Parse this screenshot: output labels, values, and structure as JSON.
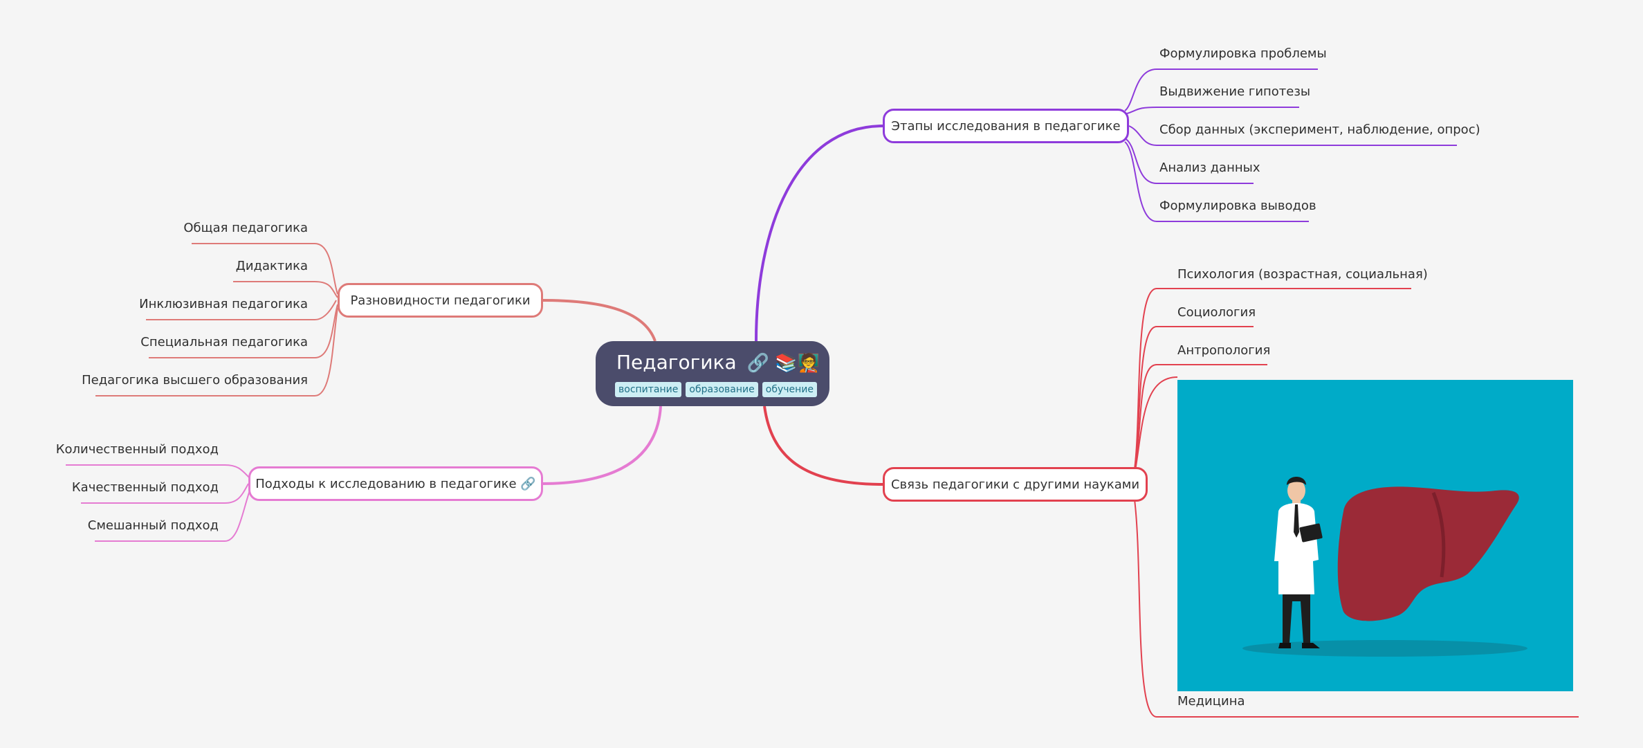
{
  "root": {
    "title": "Педагогика",
    "icons": "🔗 📚🧑‍🏫",
    "tags": [
      "воспитание",
      "образование",
      "обучение"
    ]
  },
  "branches": {
    "stages": {
      "label": "Этапы исследования в педагогике",
      "color": "#8e3bdb",
      "items": [
        "Формулировка проблемы",
        "Выдвижение гипотезы",
        "Сбор данных (эксперимент, наблюдение, опрос)",
        "Анализ данных",
        "Формулировка выводов"
      ]
    },
    "types": {
      "label": "Разновидности педагогики",
      "color": "#de7a78",
      "items": [
        "Общая педагогика",
        "Дидактика",
        "Инклюзивная педагогика",
        "Специальная педагогика",
        "Педагогика высшего образования"
      ]
    },
    "approaches": {
      "label": "Подходы к исследованию в педагогике 🔗",
      "color": "#e57bd2",
      "items": [
        "Количественный подход",
        "Качественный подход",
        "Смешанный подход"
      ]
    },
    "sciences": {
      "label": "Связь педагогики с другими науками",
      "color": "#e2414f",
      "items": [
        "Психология (возрастная, социальная)",
        "Социология",
        "Антропология",
        "Медицина"
      ],
      "image_icon": "doctor-and-liver-illustration"
    }
  },
  "colors": {
    "background": "#f5f5f5",
    "root_fill": "#4b4c6b",
    "tag_fill": "#cdeef4",
    "image_bg": "#00abc8",
    "liver": "#9b2a37"
  }
}
